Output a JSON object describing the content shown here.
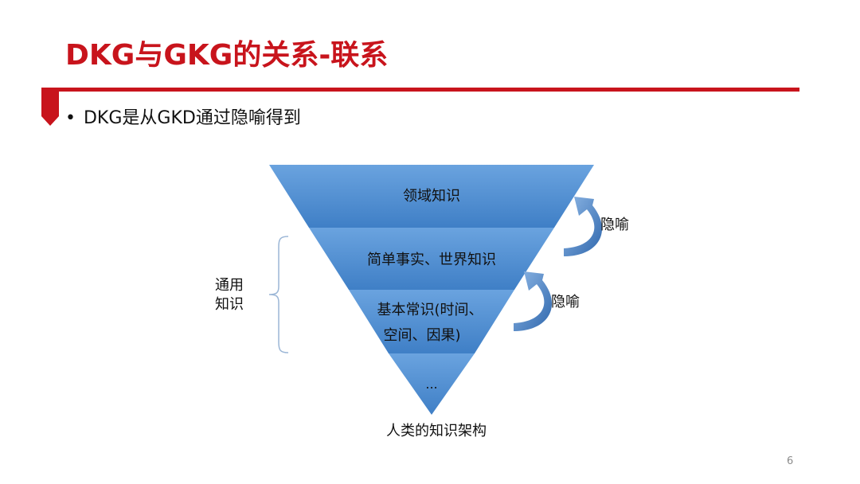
{
  "slide": {
    "title": "DKG与GKG的关系-联系",
    "bullet": "DKG是从GKD通过隐喻得到",
    "page_number": "6"
  },
  "diagram": {
    "layers": [
      {
        "lines": [
          "领域知识"
        ]
      },
      {
        "lines": [
          "简单事实、世界知识"
        ]
      },
      {
        "lines": [
          "基本常识(时间、",
          "空间、因果)"
        ]
      },
      {
        "lines": [
          "..."
        ]
      }
    ],
    "caption": "人类的知识架构",
    "bracket_label": [
      "通用",
      "知识"
    ],
    "arrow_labels": [
      "隐喻",
      "隐喻"
    ],
    "colors": {
      "accent_red": "#c8141c",
      "layer_top": "#6aa3df",
      "layer_bottom": "#3f7fc6",
      "bracket": "#9bb6d6",
      "arrow": "#3e74b5"
    }
  }
}
